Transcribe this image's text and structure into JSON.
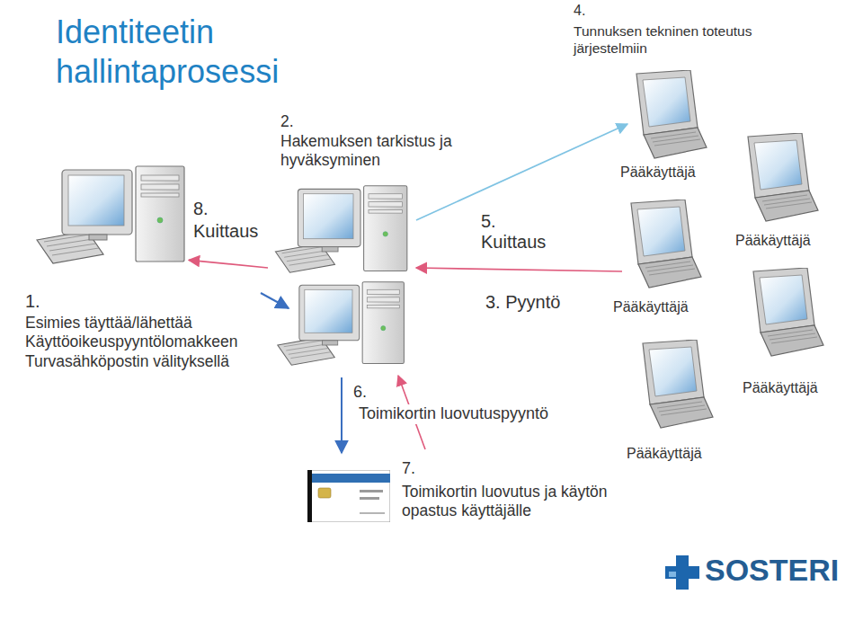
{
  "diagram": {
    "title": "Identiteetin hallintaprosessi",
    "nodes": [
      {
        "text": [
          "1.",
          "Esimies täyttää/lähettää Käyttöoikeuspyyntölomakkeen Turvasähköpostin välityksellä"
        ]
      },
      {
        "text": [
          "2.",
          "Hakemuksen tarkistus ja hyväksyminen"
        ]
      },
      {
        "text": [
          "7.",
          "Toimikortin luovutus ja käytön opastus käyttäjälle"
        ]
      },
      {
        "text": [
          "Pääkäyttäjä"
        ]
      },
      {
        "text": [
          "Pääkäyttäjä"
        ]
      },
      {
        "text": [
          "Pääkäyttäjä"
        ]
      },
      {
        "text": [
          "Pääkäyttäjä"
        ]
      },
      {
        "text": [
          "Pääkäyttäjä"
        ]
      }
    ],
    "edges": [
      {
        "from": 1,
        "to": 3,
        "arrow": "to"
      },
      {
        "from": 5,
        "to": 1,
        "arrow": "to"
      },
      {
        "from": 1,
        "to": 0,
        "arrow": "to"
      }
    ],
    "labels": [
      "4.",
      "Tunnuksen tekninen toteutus järjestelmiin",
      "8.",
      "Kuittaus",
      "5.",
      "Kuittaus",
      "3. Pyyntö",
      "6.",
      "Toimikortin luovutuspyyntö",
      "SOSTERI"
    ]
  }
}
